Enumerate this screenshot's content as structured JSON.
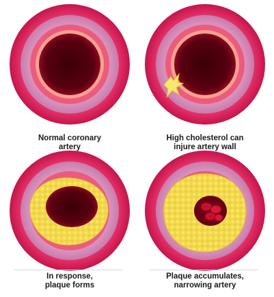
{
  "panels": [
    {
      "caption": "Normal coronary\nartery",
      "lumen": "open"
    },
    {
      "caption": "High cholesterol can\ninjure artery wall",
      "lumen": "injured"
    },
    {
      "caption": "In response,\nplaque forms",
      "lumen": "plaque-forming"
    },
    {
      "caption": "Plaque accumulates,\nnarrowing artery",
      "lumen": "narrowed"
    }
  ],
  "colors": {
    "outer_wall": "#e8336a",
    "muscle_layer": "#d88ab5",
    "inner_ring": "#f07a86",
    "lumen": "#5a0010",
    "plaque": "#f3d94a",
    "injury": "#f7e96b",
    "blood_cell": "#c8102e"
  }
}
